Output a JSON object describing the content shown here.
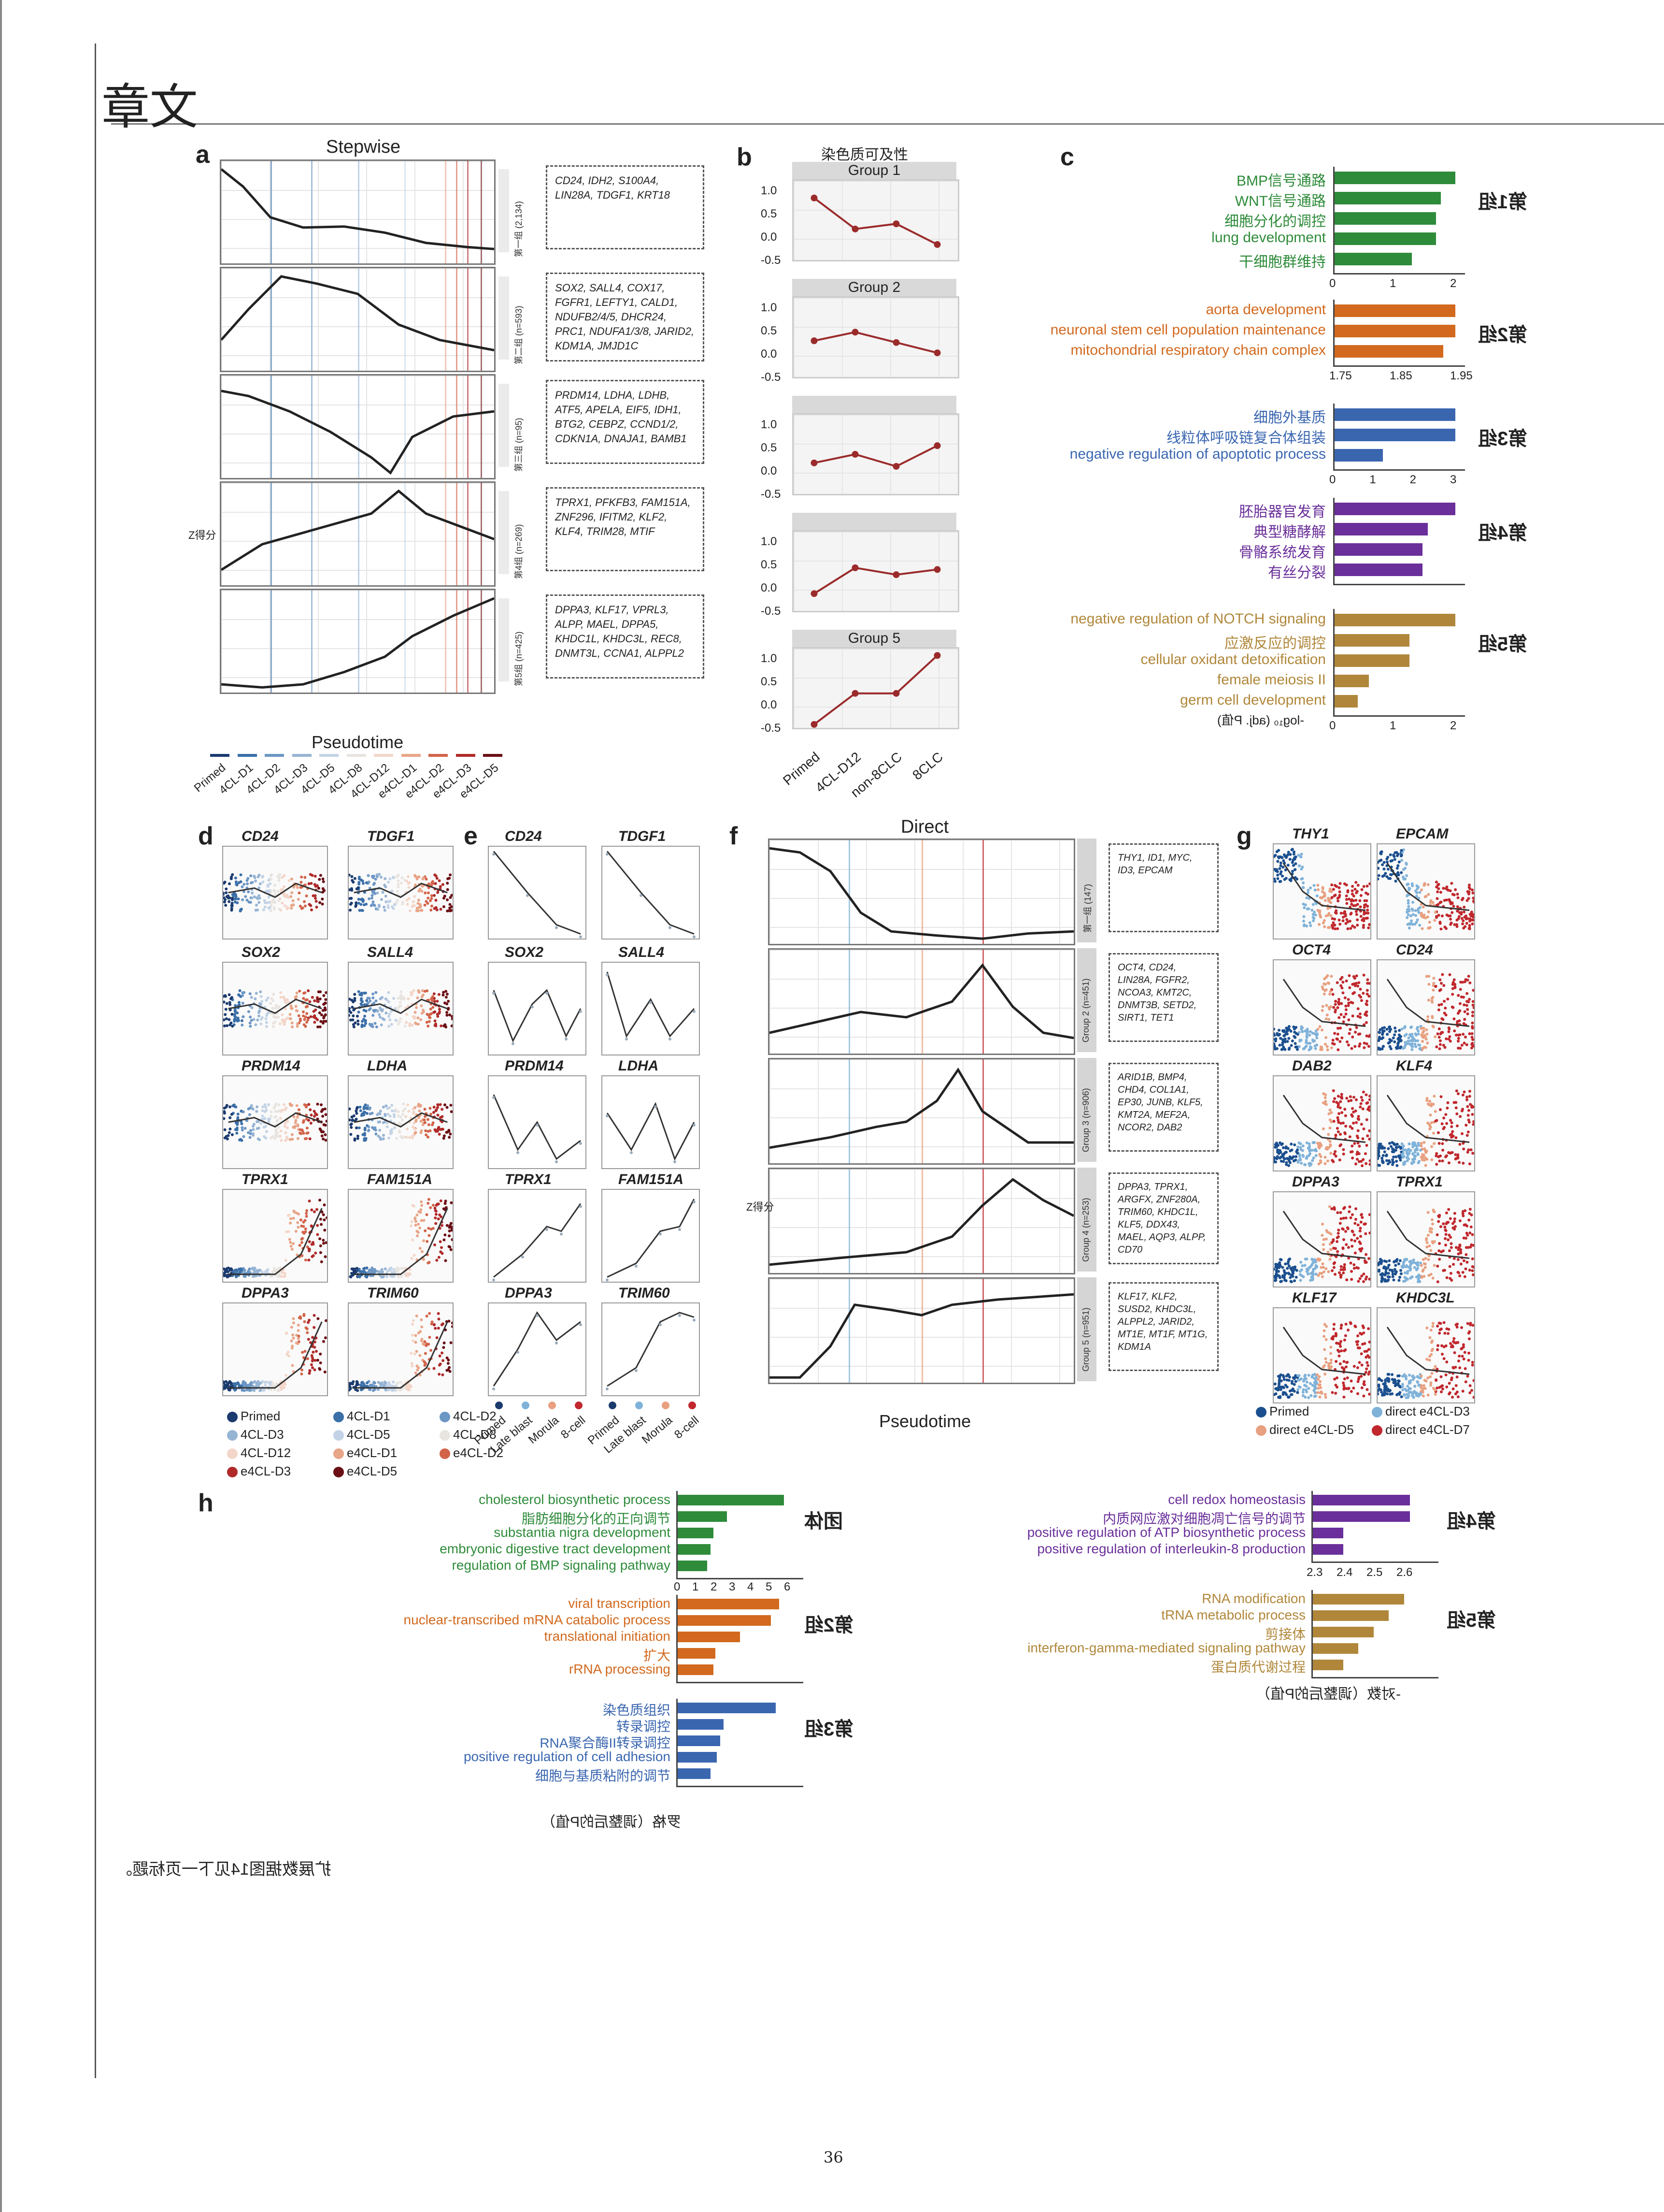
{
  "header": {
    "title": "文章"
  },
  "page_number": "36",
  "footnote": "扩展数据图14见下一页标题。",
  "panel_a": {
    "label": "a",
    "title": "Stepwise",
    "xlabel": "Pseudotime",
    "xticks": [
      "Primed",
      "4CL-D1",
      "4CL-D2",
      "4CL-D3",
      "4CL-D5",
      "4CL-D8",
      "4CL-D12",
      "e4CL-D1",
      "e4CL-D2",
      "e4CL-D3",
      "e4CL-D5"
    ],
    "side_labels": [
      "第一组 (2,134)",
      "第二组 (n=593)",
      "第三组 (n=95)",
      "第4组 (n=269)",
      "第5组 (n=425)"
    ],
    "ylabel": "Z得分",
    "genes": [
      "CD24, IDH2, S100A4, LIN28A, TDGF1, KRT18",
      "SOX2, SALL4, COX17, FGFR1, LEFTY1, CALD1, NDUFB2/4/5, DHCR24, PRC1, NDUFA1/3/8, JARID2, KDM1A, JMJD1C",
      "PRDM14, LDHA, LDHB, ATF5, APELA, EIF5, IDH1, BTG2, CEBPZ, CCND1/2, CDKN1A, DNAJA1, BAMB1",
      "TPRX1, PFKFB3, FAM151A, ZNF296, IFITM2, KLF2, KLF4, TRIM28, MTIF",
      "DPPA3, KLF17, VPRL3, ALPP, MAEL, DPPA5, KHDC1L, KHDC3L, REC8, DNMT3L, CCNA1, ALPPL2"
    ]
  },
  "panel_b": {
    "label": "b",
    "ylabel": "染色质可及性",
    "facets": [
      "Group 1",
      "Group 2",
      "",
      "",
      "Group 5"
    ],
    "xticks": [
      "Primed",
      "4CL-D12",
      "non-8CLC",
      "8CLC"
    ],
    "yticks": [
      "1.0",
      "0.5",
      "0.0",
      "-0.5"
    ]
  },
  "panel_c": {
    "label": "c",
    "xlabel": "-log₁₀ (adj. P值)",
    "groups": [
      {
        "tag": "第1组",
        "color": "#2e8b3a",
        "terms": [
          "BMP信号通路",
          "WNT信号通路",
          "细胞分化的调控",
          "lung development",
          "干细胞群维持"
        ],
        "values": [
          2.5,
          2.2,
          2.1,
          2.1,
          1.6
        ],
        "ticks": [
          "0",
          "1",
          "2"
        ]
      },
      {
        "tag": "第2组",
        "color": "#d2691e",
        "terms": [
          "aorta development",
          "neuronal stem cell population maintenance",
          "mitochondrial respiratory chain complex"
        ],
        "values": [
          2.0,
          2.0,
          1.8
        ],
        "ticks": [
          "1.75",
          "1.85",
          "1.95"
        ]
      },
      {
        "tag": "第3组",
        "color": "#3a66b0",
        "terms": [
          "细胞外基质",
          "线粒体呼吸链复合体组装",
          "negative regulation of apoptotic process"
        ],
        "values": [
          3.0,
          3.0,
          1.2
        ],
        "ticks": [
          "0",
          "1",
          "2",
          "3"
        ]
      },
      {
        "tag": "第4组",
        "color": "#6a2f9a",
        "terms": [
          "胚胎器官发育",
          "典型糖酵解",
          "骨骼系统发育",
          "有丝分裂"
        ],
        "values": [
          2.2,
          1.7,
          1.6,
          1.6
        ],
        "ticks": []
      },
      {
        "tag": "第5组",
        "color": "#b0873a",
        "terms": [
          "negative regulation of NOTCH signaling",
          "应激反应的调控",
          "cellular oxidant detoxification",
          "female meiosis II",
          "germ cell development"
        ],
        "values": [
          2.1,
          1.3,
          1.3,
          0.6,
          0.4
        ],
        "ticks": [
          "0",
          "1",
          "2"
        ]
      }
    ]
  },
  "panel_d": {
    "label": "d",
    "genes": [
      "CD24",
      "TDGF1",
      "SOX2",
      "SALL4",
      "PRDM14",
      "LDHA",
      "TPRX1",
      "FAM151A",
      "DPPA3",
      "TRIM60"
    ],
    "legend": [
      {
        "name": "Primed",
        "color": "#1b3b6f"
      },
      {
        "name": "4CL-D1",
        "color": "#3b6fa8"
      },
      {
        "name": "4CL-D2",
        "color": "#6c96c4"
      },
      {
        "name": "4CL-D3",
        "color": "#96b4d4"
      },
      {
        "name": "4CL-D5",
        "color": "#c3d3e6"
      },
      {
        "name": "4CL-D8",
        "color": "#e8e4e0"
      },
      {
        "name": "4CL-D12",
        "color": "#f3d6c9"
      },
      {
        "name": "e4CL-D1",
        "color": "#e8a588"
      },
      {
        "name": "e4CL-D2",
        "color": "#d2644a"
      },
      {
        "name": "e4CL-D3",
        "color": "#b02a2a"
      },
      {
        "name": "e4CL-D5",
        "color": "#6b0f16"
      }
    ]
  },
  "panel_e": {
    "label": "e",
    "genes": [
      "CD24",
      "TDGF1",
      "SOX2",
      "SALL4",
      "PRDM14",
      "LDHA",
      "TPRX1",
      "FAM151A",
      "DPPA3",
      "TRIM60"
    ],
    "xticks": [
      "Primed",
      "Late blast",
      "Morula",
      "8-cell"
    ]
  },
  "panel_f": {
    "label": "f",
    "title": "Direct",
    "xlabel": "Pseudotime",
    "ylabel": "Z得分",
    "side_labels": [
      "第一组 (147)",
      "Group 2 (n=451)",
      "Group 3 (n=906)",
      "Group 4 (n=253)",
      "Group 5 (n=951)"
    ],
    "genes": [
      "THY1, ID1, MYC, ID3, EPCAM",
      "OCT4, CD24, LIN28A, FGFR2, NCOA3, KMT2C, DNMT3B, SETD2, SIRT1, TET1",
      "ARID1B, BMP4, CHD4, COL1A1, EP30, JUNB, KLF5, KMT2A, MEF2A, NCOR2, DAB2",
      "DPPA3, TPRX1, ARGFX, ZNF280A, TRIM60, KHDC1L, KLF5, DDX43, MAEL, AQP3, ALPP, CD70",
      "KLF17, KLF2, SUSD2, KHDC3L, ALPPL2, JARID2, MT1E, MT1F, MT1G, KDM1A"
    ]
  },
  "panel_g": {
    "label": "g",
    "genes": [
      "THY1",
      "EPCAM",
      "OCT4",
      "CD24",
      "DAB2",
      "KLF4",
      "DPPA3",
      "TPRX1",
      "KLF17",
      "KHDC3L"
    ],
    "legend": [
      {
        "name": "Primed",
        "color": "#1b4f8f"
      },
      {
        "name": "direct e4CL-D3",
        "color": "#7fb2d9"
      },
      {
        "name": "direct e4CL-D5",
        "color": "#e8a080"
      },
      {
        "name": "direct e4CL-D7",
        "color": "#c0282d"
      }
    ]
  },
  "panel_h": {
    "label": "h",
    "xlabel_left": "罗格（调整后的P值）",
    "xlabel_right": "-对数（调整后的P值）",
    "left_ticks": [
      "0",
      "1",
      "2",
      "3",
      "4",
      "5",
      "6"
    ],
    "right_ticks": [
      "2.3",
      "2.4",
      "2.5",
      "2.6"
    ],
    "groups_left": [
      {
        "tag": "团体",
        "color": "#2e8b3a",
        "terms": [
          "cholesterol biosynthetic process",
          "脂肪细胞分化的正向调节",
          "substantia nigra development",
          "embryonic digestive tract development",
          "regulation of BMP signaling pathway"
        ],
        "values": [
          6.5,
          3.0,
          2.2,
          2.0,
          1.8
        ]
      },
      {
        "tag": "第2组",
        "color": "#d2691e",
        "terms": [
          "viral transcription",
          "nuclear-transcribed mRNA catabolic process",
          "translational initiation",
          "扩大",
          "rRNA processing"
        ],
        "values": [
          6.2,
          5.7,
          3.8,
          2.3,
          2.2
        ]
      },
      {
        "tag": "第3组",
        "color": "#3a66b0",
        "terms": [
          "染色质组织",
          "转录调控",
          "RNA聚合酶II转录调控",
          "positive regulation of cell adhesion",
          "细胞与基质粘附的调节"
        ],
        "values": [
          6.0,
          2.8,
          2.6,
          2.4,
          2.0
        ]
      }
    ],
    "groups_right": [
      {
        "tag": "第4组",
        "color": "#6a2f9a",
        "terms": [
          "cell redox homeostasis",
          "内质网应激对细胞凋亡信号的调节",
          "positive regulation of ATP biosynthetic process",
          "positive regulation of interleukin-8 production"
        ],
        "values": [
          2.62,
          2.62,
          2.4,
          2.4
        ]
      },
      {
        "tag": "第5组",
        "color": "#b0873a",
        "terms": [
          "RNA modification",
          "tRNA metabolic process",
          "剪接体",
          "interferon-gamma-mediated signaling pathway",
          "蛋白质代谢过程"
        ],
        "values": [
          2.6,
          2.55,
          2.5,
          2.45,
          2.4
        ]
      }
    ]
  }
}
